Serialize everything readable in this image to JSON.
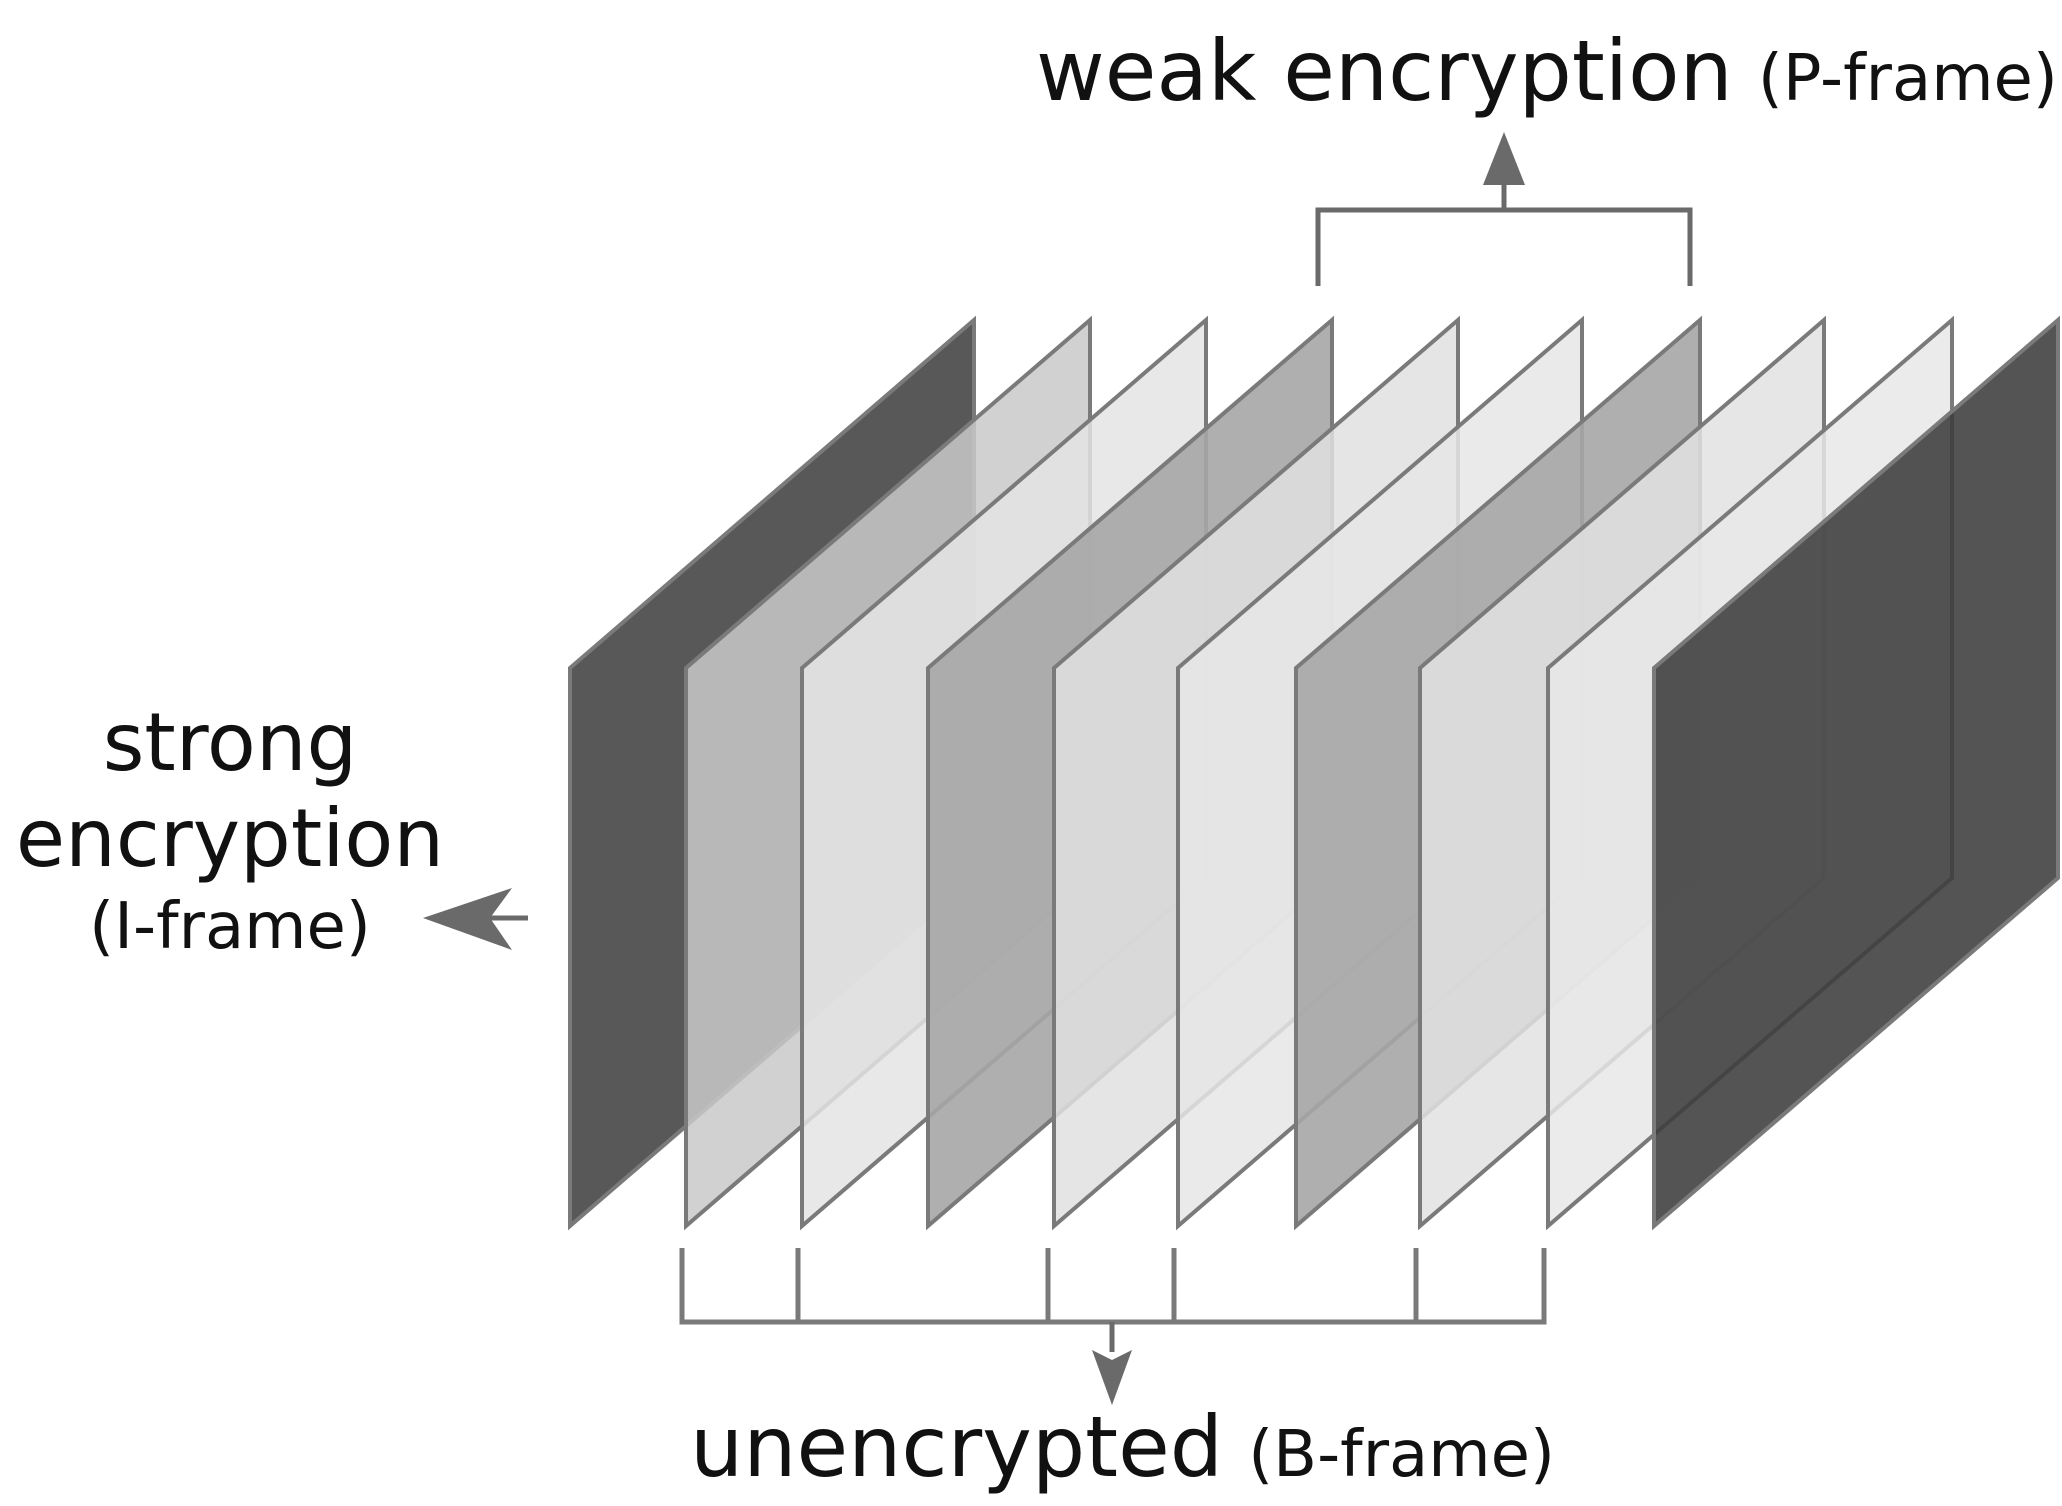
{
  "labels": {
    "p_main": "weak encryption",
    "p_sub": "(P-frame)",
    "i_line1": "strong",
    "i_line2": "encryption",
    "i_line3": "(I-frame)",
    "b_main": "unencrypted",
    "b_sub": "(B-frame)"
  },
  "frames": [
    {
      "type": "I",
      "fill": "#4a4a4a",
      "opacity": 0.92
    },
    {
      "type": "B",
      "fill": "#c9c9c9",
      "opacity": 0.85
    },
    {
      "type": "B",
      "fill": "#e4e4e4",
      "opacity": 0.85
    },
    {
      "type": "P",
      "fill": "#a6a6a6",
      "opacity": 0.9
    },
    {
      "type": "B",
      "fill": "#e0e0e0",
      "opacity": 0.85
    },
    {
      "type": "B",
      "fill": "#e6e6e6",
      "opacity": 0.85
    },
    {
      "type": "P",
      "fill": "#a6a6a6",
      "opacity": 0.9
    },
    {
      "type": "B",
      "fill": "#e2e2e2",
      "opacity": 0.85
    },
    {
      "type": "B",
      "fill": "#e8e8e8",
      "opacity": 0.85
    },
    {
      "type": "I",
      "fill": "#3c3c3c",
      "opacity": 0.88
    }
  ],
  "colors": {
    "stroke": "#7a7a7a",
    "arrow": "#6a6a6a",
    "text": "#111111"
  }
}
